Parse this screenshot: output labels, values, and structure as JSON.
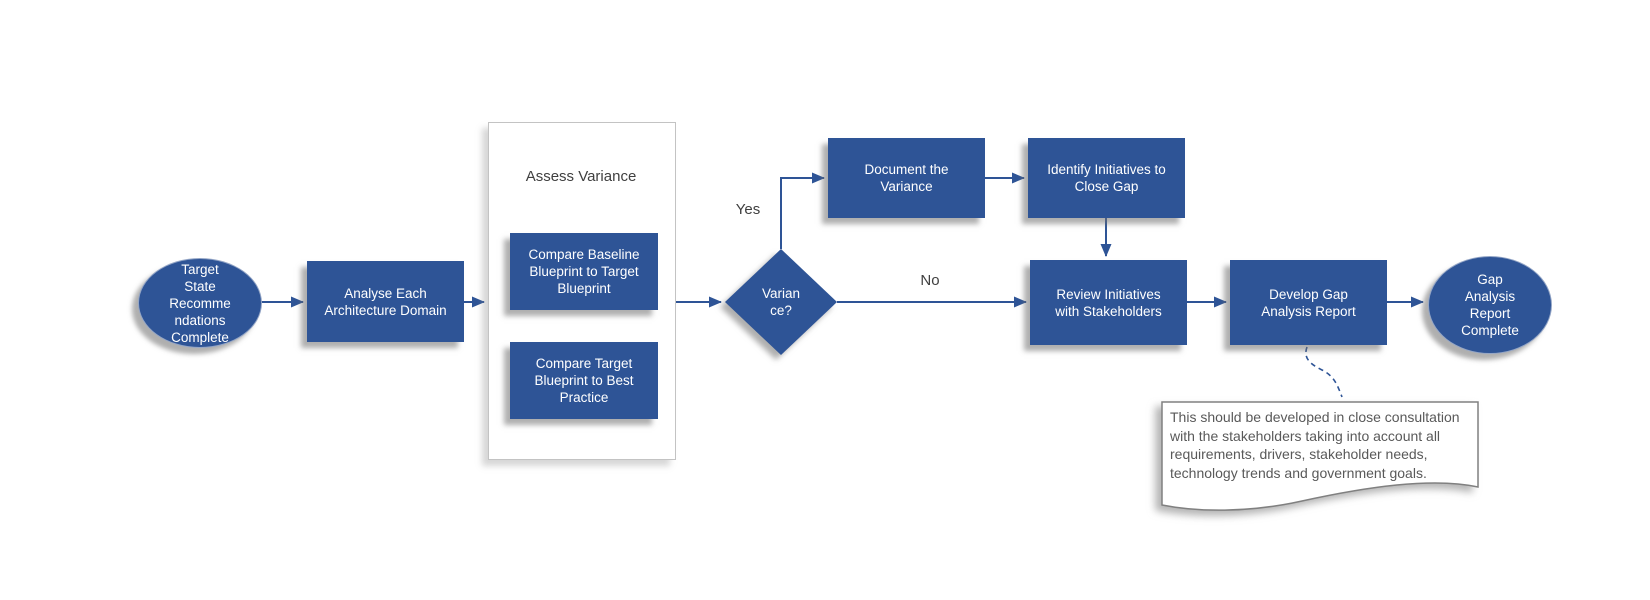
{
  "colors": {
    "node_fill": "#2e5496",
    "node_text": "#ffffff",
    "label_text": "#3f3f3f",
    "note_text": "#595959",
    "note_border": "#808080",
    "container_border": "#c3c3c3",
    "connector": "#2e5496",
    "background": "#ffffff"
  },
  "flowchart": {
    "start_event": {
      "label": "Target\nState\nRecomme\nndations\nComplete"
    },
    "steps": {
      "analyse": {
        "label": "Analyse Each\nArchitecture Domain"
      },
      "assess_group": {
        "title": "Assess Variance",
        "compare_baseline": {
          "label": "Compare Baseline\nBlueprint to Target\nBlueprint"
        },
        "compare_target": {
          "label": "Compare Target\nBlueprint to Best\nPractice"
        }
      },
      "decision": {
        "label": "Varian\nce?",
        "yes_label": "Yes",
        "no_label": "No"
      },
      "document_variance": {
        "label": "Document the\nVariance"
      },
      "identify_initiatives": {
        "label": "Identify Initiatives to\nClose Gap"
      },
      "review_initiatives": {
        "label": "Review Initiatives\nwith Stakeholders"
      },
      "develop_report": {
        "label": "Develop Gap\nAnalysis Report"
      }
    },
    "end_event": {
      "label": "Gap\nAnalysis\nReport\nComplete"
    },
    "note": {
      "text": "This should be developed in close consultation\nwith the stakeholders taking into account all\nrequirements, drivers, stakeholder needs,\ntechnology trends and government goals."
    }
  }
}
